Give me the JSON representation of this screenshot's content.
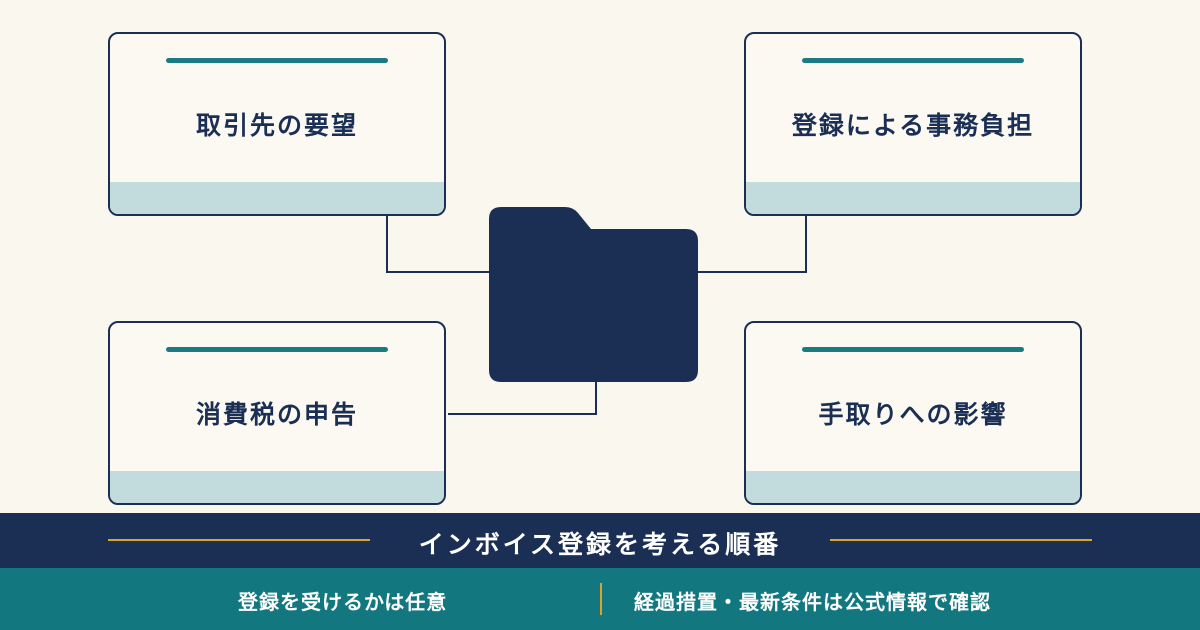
{
  "cards": {
    "top_left": "取引先の要望",
    "top_right": "登録による事務負担",
    "bottom_left": "消費税の申告",
    "bottom_right": "手取りへの影響"
  },
  "banner": {
    "title": "インボイス登録を考える順番"
  },
  "footer": {
    "left_note": "登録を受けるかは任意",
    "right_note": "経過措置・最新条件は公式情報で確認"
  },
  "colors": {
    "background": "#faf7ef",
    "navy": "#1b2f55",
    "teal": "#137780",
    "light_teal": "#c2dcdd",
    "gold": "#d6a52c"
  },
  "icons": {
    "center": "folder-icon"
  }
}
